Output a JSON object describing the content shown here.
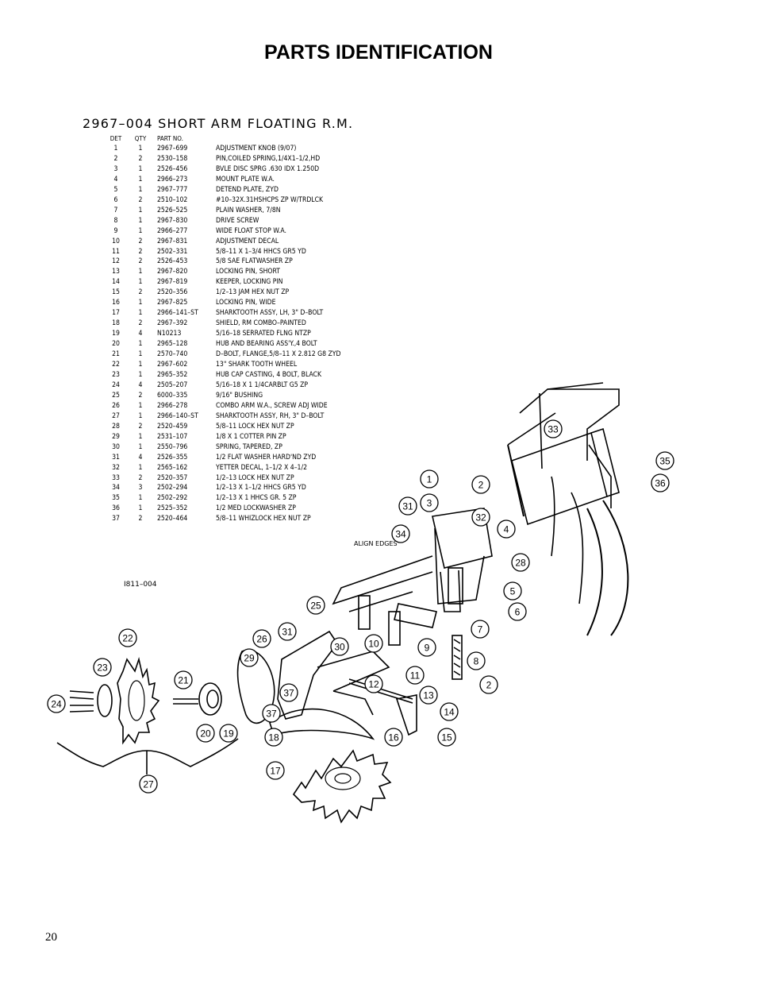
{
  "page_title": "PARTS IDENTIFICATION",
  "assembly_title": "2967–004 SHORT ARM FLOATING R.M.",
  "table": {
    "headers": [
      "DET",
      "QTY",
      "PART NO.",
      ""
    ],
    "rows": [
      [
        "1",
        "1",
        "2967–699",
        "ADJUSTMENT KNOB (9/07)"
      ],
      [
        "2",
        "2",
        "2530–158",
        "PIN,COILED SPRING,1/4X1–1/2,HD"
      ],
      [
        "3",
        "1",
        "2526–456",
        "BVLE DISC SPRG .630 IDX 1.250D"
      ],
      [
        "4",
        "1",
        "2966–273",
        "MOUNT PLATE W.A."
      ],
      [
        "5",
        "1",
        "2967–777",
        "DETEND PLATE, ZYD"
      ],
      [
        "6",
        "2",
        "2510–102",
        "#10–32X.31HSHCPS ZP W/TRDLCK"
      ],
      [
        "7",
        "1",
        "2526–525",
        "PLAIN WASHER, 7/8N"
      ],
      [
        "8",
        "1",
        "2967–830",
        "DRIVE SCREW"
      ],
      [
        "9",
        "1",
        "2966–277",
        "WIDE FLOAT STOP W.A."
      ],
      [
        "10",
        "2",
        "2967–831",
        "ADJUSTMENT DECAL"
      ],
      [
        "11",
        "2",
        "2502–331",
        "5/8–11 X 1–3/4 HHCS GR5 YD"
      ],
      [
        "12",
        "2",
        "2526–453",
        "5/8 SAE FLATWASHER ZP"
      ],
      [
        "13",
        "1",
        "2967–820",
        "LOCKING PIN, SHORT"
      ],
      [
        "14",
        "1",
        "2967–819",
        "KEEPER, LOCKING PIN"
      ],
      [
        "15",
        "2",
        "2520–356",
        "1/2–13 JAM HEX NUT ZP"
      ],
      [
        "16",
        "1",
        "2967–825",
        "LOCKING PIN, WIDE"
      ],
      [
        "17",
        "1",
        "2966–141–ST",
        "SHARKTOOTH ASSY, LH, 3\" D–BOLT"
      ],
      [
        "18",
        "2",
        "2967–392",
        "SHIELD, RM COMBO–PAINTED"
      ],
      [
        "19",
        "4",
        "N10213",
        "5/16–18 SERRATED FLNG NTZP"
      ],
      [
        "20",
        "1",
        "2965–128",
        "HUB AND BEARING ASS'Y.,4 BOLT"
      ],
      [
        "21",
        "1",
        "2570–740",
        "D–BOLT, FLANGE,5/8–11 X 2.812 G8 ZYD"
      ],
      [
        "22",
        "1",
        "2967–602",
        "13\" SHARK TOOTH WHEEL"
      ],
      [
        "23",
        "1",
        "2965–352",
        "HUB CAP CASTING, 4 BOLT, BLACK"
      ],
      [
        "24",
        "4",
        "2505–207",
        "5/16–18 X 1 1/4CARBLT G5 ZP"
      ],
      [
        "25",
        "2",
        "6000–335",
        "9/16\" BUSHING"
      ],
      [
        "26",
        "1",
        "2966–278",
        "COMBO ARM W.A., SCREW ADJ WIDE"
      ],
      [
        "27",
        "1",
        "2966–140–ST",
        "SHARKTOOTH ASSY, RH, 3\" D–BOLT"
      ],
      [
        "28",
        "2",
        "2520–459",
        "5/8–11 LOCK HEX NUT ZP"
      ],
      [
        "29",
        "1",
        "2531–107",
        "1/8 X 1 COTTER PIN ZP"
      ],
      [
        "30",
        "1",
        "2550–796",
        "SPRING, TAPERED, ZP"
      ],
      [
        "31",
        "4",
        "2526–355",
        "1/2 FLAT WASHER HARD'ND ZYD"
      ],
      [
        "32",
        "1",
        "2565–162",
        "YETTER DECAL, 1–1/2 X 4–1/2"
      ],
      [
        "33",
        "2",
        "2520–357",
        "1/2–13 LOCK HEX NUT ZP"
      ],
      [
        "34",
        "3",
        "2502–294",
        "1/2–13 X 1–1/2 HHCS GR5 YD"
      ],
      [
        "35",
        "1",
        "2502–292",
        "1/2–13 X 1 HHCS GR. 5 ZP"
      ],
      [
        "36",
        "1",
        "2525–352",
        "1/2 MED LOCKWASHER ZP"
      ],
      [
        "37",
        "2",
        "2520–464",
        "5/8–11 WHIZLOCK HEX NUT ZP"
      ]
    ]
  },
  "drawing_id": "I811–004",
  "align_label": "ALIGN EDGES",
  "callouts": [
    "1",
    "2",
    "3",
    "4",
    "5",
    "6",
    "7",
    "8",
    "9",
    "10",
    "11",
    "12",
    "13",
    "14",
    "15",
    "16",
    "17",
    "18",
    "19",
    "20",
    "21",
    "22",
    "23",
    "24",
    "25",
    "26",
    "27",
    "28",
    "29",
    "2",
    "31",
    "32",
    "33",
    "34",
    "35",
    "36",
    "37",
    "30",
    "31",
    "37"
  ],
  "page_number": "20"
}
